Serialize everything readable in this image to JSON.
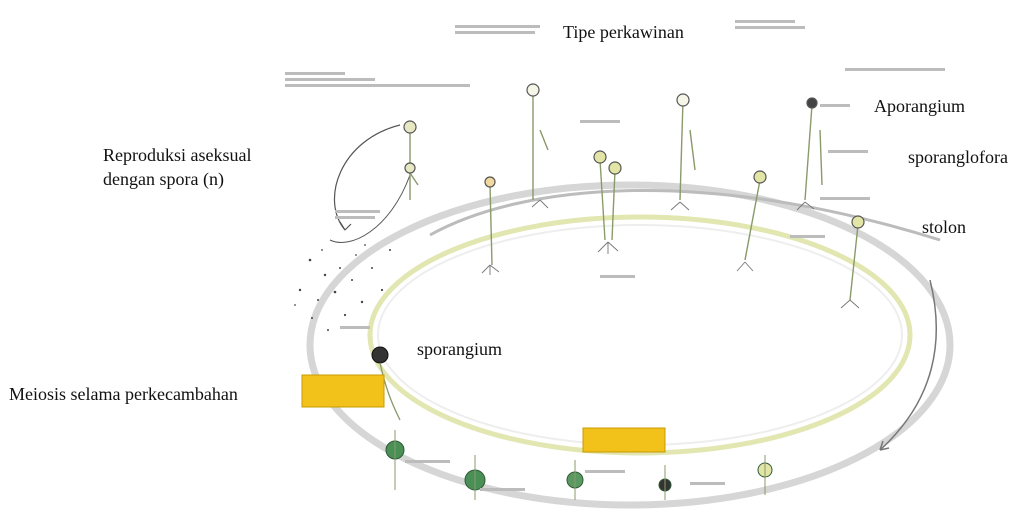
{
  "diagram": {
    "labels": {
      "mating_type": "Tipe perkawinan",
      "aporangium": "Aporangium",
      "sporangiophore": "sporanglofora",
      "stolon": "stolon",
      "asexual": "Reproduksi aseksual\ndengan spora (n)",
      "sporangium": "sporangium",
      "meiosis": "Meiosis selama perkecambahan"
    },
    "colors": {
      "outer_ring": "#cfcfcf",
      "inner_ring": "#dfe3a6",
      "hypha": "#8a9a6a",
      "highlight_box": "#f3c21a",
      "zygospore": "#2f7a3a",
      "dark_sporangium": "#333333"
    }
  }
}
